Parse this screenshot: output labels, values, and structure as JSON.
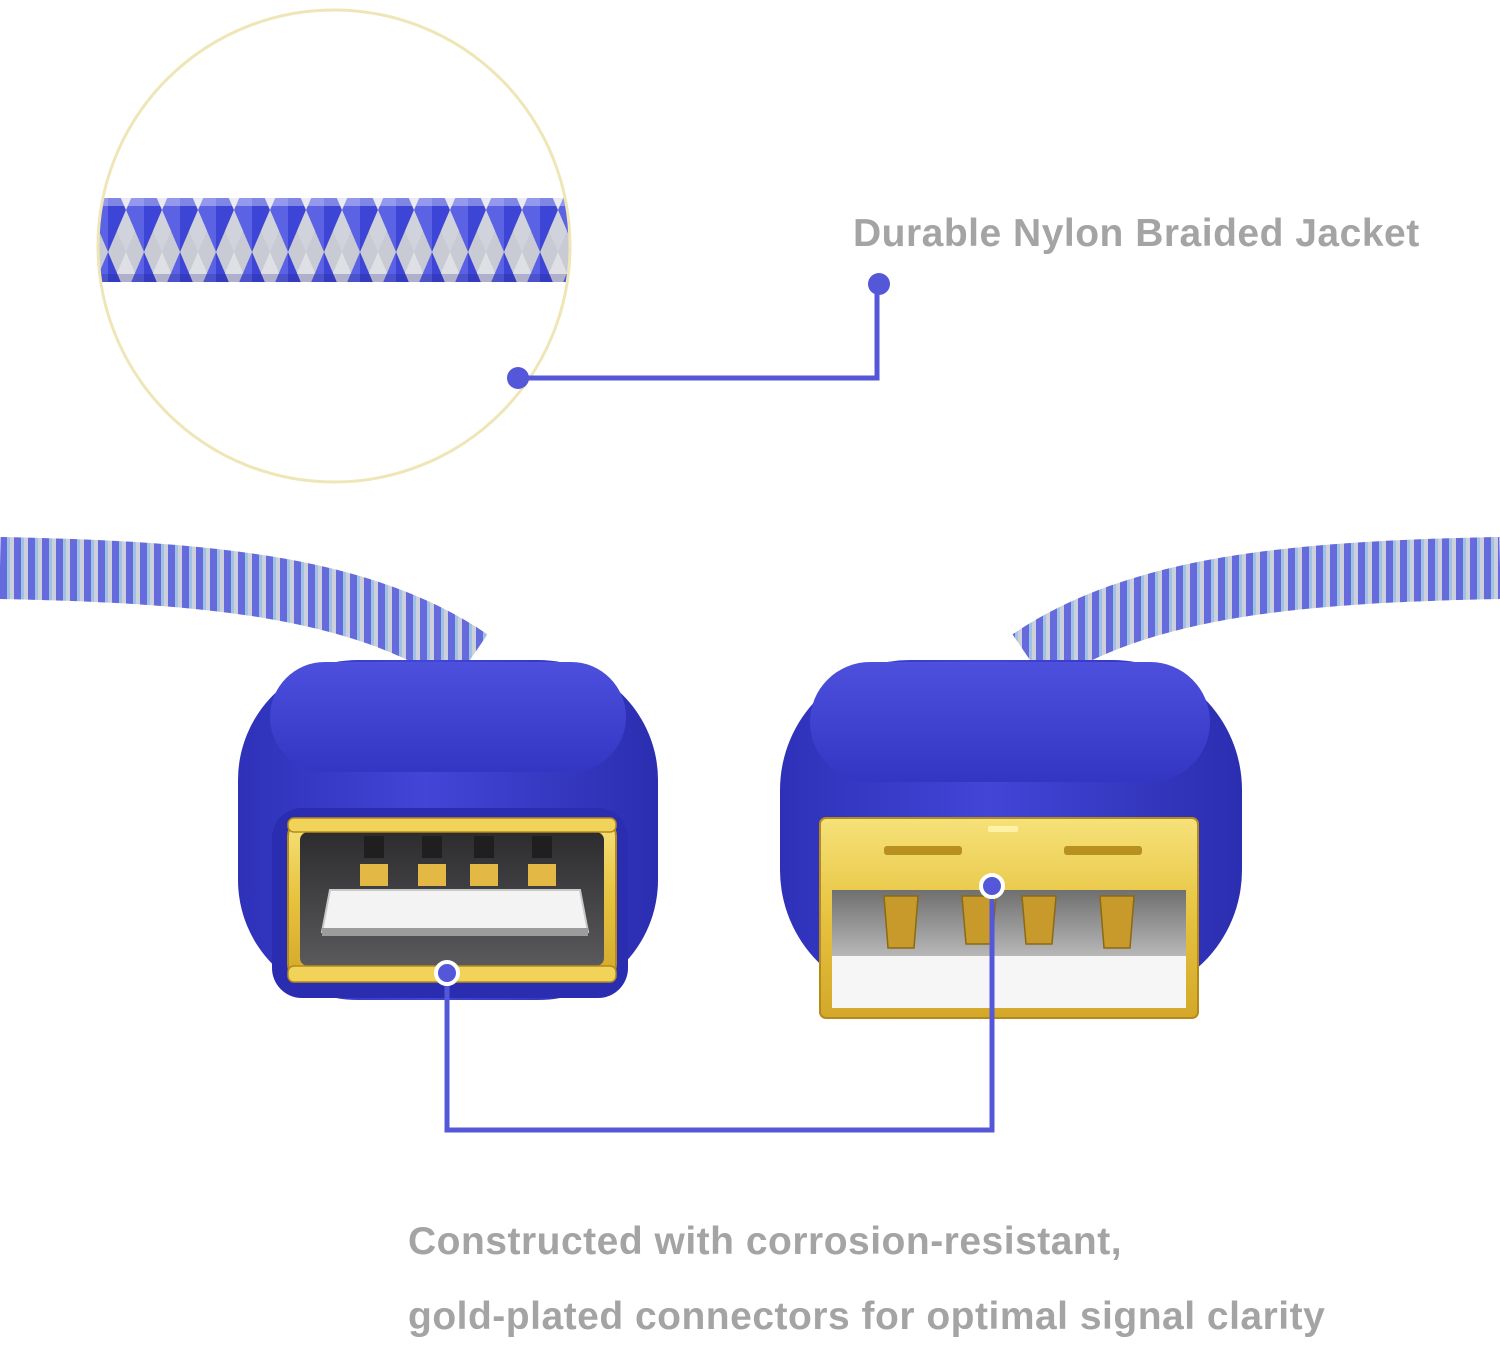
{
  "captions": {
    "jacket": "Durable Nylon Braided Jacket",
    "connectors_line1": "Constructed with corrosion-resistant,",
    "connectors_line2": "gold-plated connectors for optimal signal clarity"
  },
  "colors": {
    "background": "#ffffff",
    "caption_text": "#a4a4a4",
    "callout_line": "#5458d8",
    "cable_blue": "#3b3fd0",
    "braid_silver": "#c9cbd6",
    "gold_plating": "#e9c94a",
    "magnifier_ring": "#efe6b8"
  },
  "icons": {
    "callout_marker": "filled-circle",
    "connector_marker": "ringed-circle"
  }
}
